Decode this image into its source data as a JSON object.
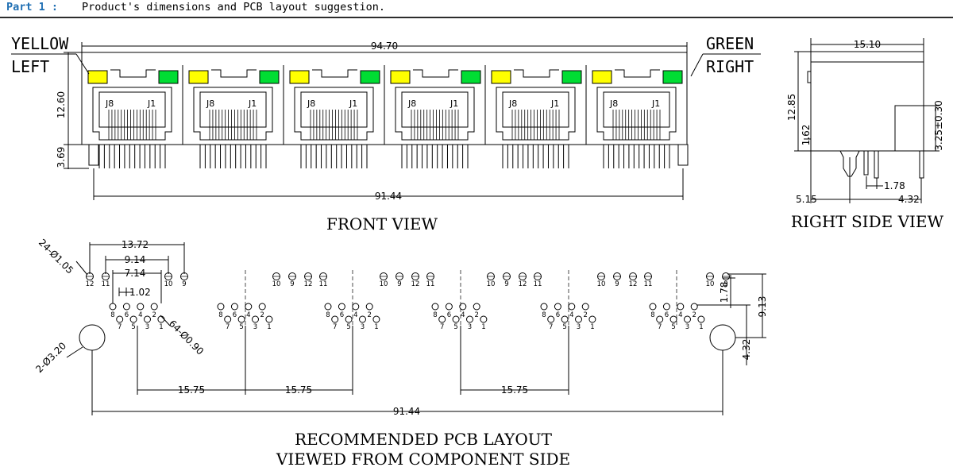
{
  "header": {
    "part": "Part 1 :",
    "title": "Product's dimensions and PCB layout suggestion."
  },
  "colors": {
    "accent": "#1f6fb3",
    "led_yellow": "#ffff00",
    "led_green": "#00dd33",
    "line": "#000000"
  },
  "front_view": {
    "title": "FRONT VIEW",
    "led_left_label": "YELLOW",
    "led_left_pos": "LEFT",
    "led_right_label": "GREEN",
    "led_right_pos": "RIGHT",
    "ports": 6,
    "pin_label_left": "J8",
    "pin_label_right": "J1",
    "dim_width": "94.70",
    "dim_height": "12.60",
    "dim_pin": "3.69",
    "dim_pegs": "91.44"
  },
  "side_view": {
    "title": "RIGHT SIDE VIEW",
    "dim_depth": "15.10",
    "dim_height": "12.85",
    "dim_standoff": "1.62",
    "dim_offset": "3.25±0.30",
    "dim_pitch": "1.78",
    "dim_front": "5.15",
    "dim_rear": "4.32"
  },
  "pcb_layout": {
    "title_line1": "RECOMMENDED PCB LAYOUT",
    "title_line2": "VIEWED FROM COMPONENT SIDE",
    "dim_led_holes": "24-Ø1.05",
    "dim_pin_holes": "64-Ø0.90",
    "dim_peg_holes": "2-Ø3.20",
    "dim_1372": "13.72",
    "dim_914": "9.14",
    "dim_714": "7.14",
    "dim_102": "1.02",
    "dim_pitch1": "15.75",
    "dim_pitch2": "15.75",
    "dim_pitch3": "15.75",
    "dim_pegs": "91.44",
    "dim_178": "1.78",
    "dim_913": "9.13",
    "dim_432": "4.32",
    "led_pins": [
      "12",
      "11",
      "10",
      "9"
    ],
    "port_pins_top": [
      "8",
      "6",
      "4",
      "2"
    ],
    "port_pins_bottom": [
      "7",
      "5",
      "3",
      "1"
    ]
  }
}
